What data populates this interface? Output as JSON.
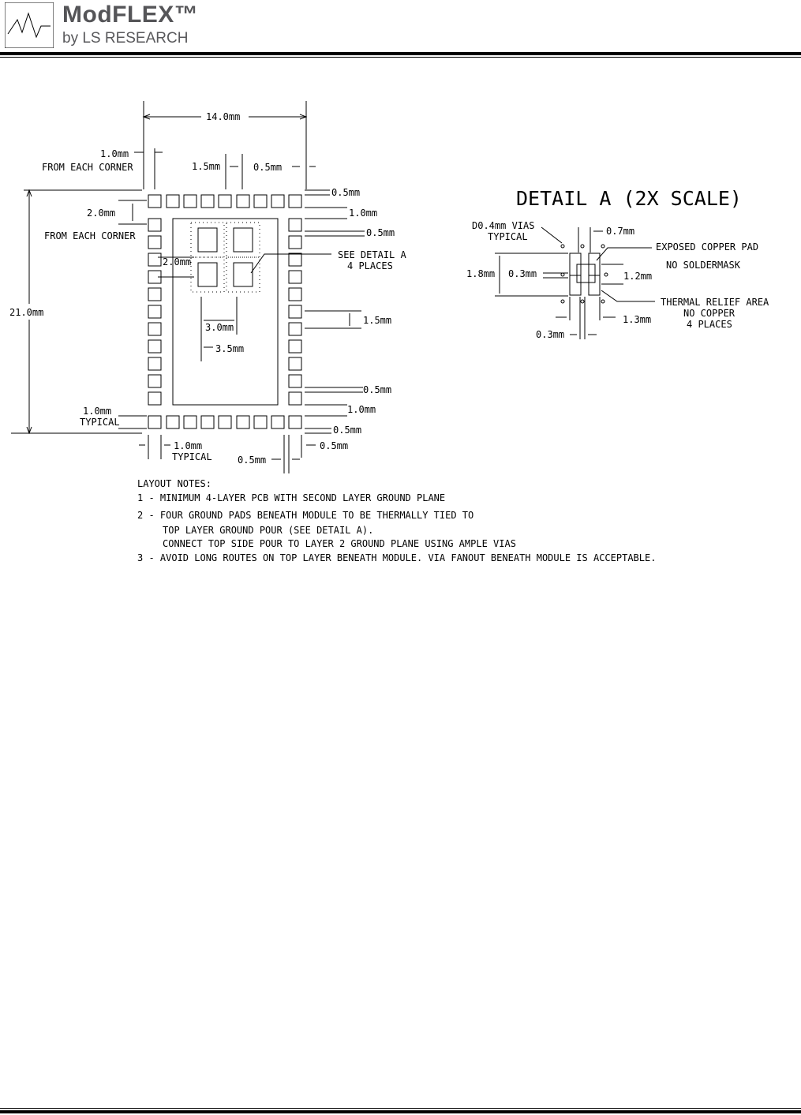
{
  "header": {
    "brand": "ModFLEX™",
    "brand_sub": "by LS RESEARCH",
    "logo_icon": "lsr-logo-icon",
    "logo_color": "#e8202a"
  },
  "drawing": {
    "dim_width": "14.0mm",
    "corner_top": "1.0mm",
    "from_each_corner_top": "FROM EACH CORNER",
    "pin_width": "1.5mm",
    "pin_gap_top": "0.5mm",
    "corner_left": "2.0mm",
    "from_each_corner_left": "FROM EACH CORNER",
    "dim_height": "21.0mm",
    "pad_offset": "2.0mm",
    "pad_spacing_30": "3.0mm",
    "pad_spacing_35": "3.5mm",
    "see_detail": "SEE DETAIL A",
    "four_places": "4 PLACES",
    "r_gap_top": "0.5mm",
    "r_1mm_top": "1.0mm",
    "r_05mm_top": "0.5mm",
    "r_15mm": "1.5mm",
    "r_05mm_bot": "0.5mm",
    "r_1mm_bot": "1.0mm",
    "r_05mm_bot2": "0.5mm",
    "bl_1mm": "1.0mm",
    "bl_typical": "TYPICAL",
    "b_1mm": "1.0mm",
    "b_typical": "TYPICAL",
    "b_05mm": "0.5mm",
    "b_05mm_right": "0.5mm"
  },
  "detail": {
    "title": "DETAIL A (2X SCALE)",
    "vias": "D0.4mm VIAS",
    "vias_typical": "TYPICAL",
    "dim_07": "0.7mm",
    "exposed_pad": "EXPOSED COPPER PAD",
    "no_soldermask": "NO SOLDERMASK",
    "dim_18": "1.8mm",
    "dim_03_left": "0.3mm",
    "dim_12": "1.2mm",
    "thermal_relief": "THERMAL RELIEF AREA",
    "no_copper": "NO COPPER",
    "four_places": "4 PLACES",
    "dim_13": "1.3mm",
    "dim_03_bottom": "0.3mm"
  },
  "notes": {
    "heading": "LAYOUT NOTES:",
    "n1": "1 - MINIMUM 4-LAYER PCB WITH SECOND LAYER GROUND PLANE",
    "n2a": "2 - FOUR GROUND PADS BENEATH MODULE TO BE THERMALLY TIED TO",
    "n2b": "TOP LAYER GROUND POUR (SEE DETAIL A).",
    "n2c": "CONNECT TOP SIDE POUR TO LAYER 2 GROUND PLANE USING AMPLE VIAS",
    "n3": "3 - AVOID LONG ROUTES ON TOP LAYER BENEATH MODULE. VIA FANOUT BENEATH MODULE IS ACCEPTABLE."
  }
}
